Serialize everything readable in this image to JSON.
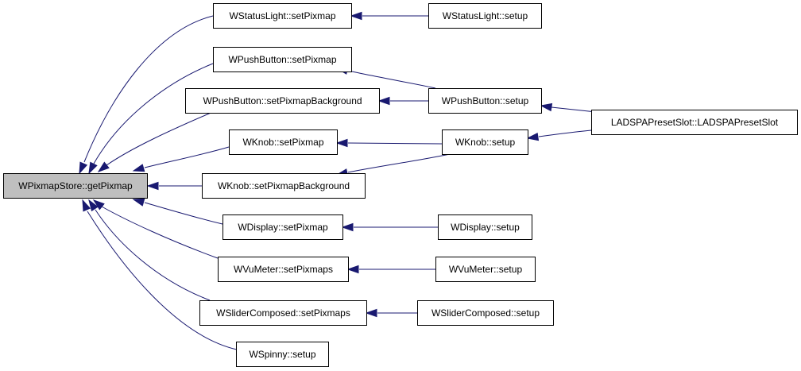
{
  "graph": {
    "nodes": [
      {
        "id": "getPixmap",
        "label": "WPixmapStore::getPixmap",
        "highlight": true
      },
      {
        "id": "sl_setPixmap",
        "label": "WStatusLight::setPixmap"
      },
      {
        "id": "sl_setup",
        "label": "WStatusLight::setup"
      },
      {
        "id": "pb_setPixmap",
        "label": "WPushButton::setPixmap"
      },
      {
        "id": "pb_setPixmapBg",
        "label": "WPushButton::setPixmapBackground"
      },
      {
        "id": "pb_setup",
        "label": "WPushButton::setup"
      },
      {
        "id": "ladspa",
        "label": "LADSPAPresetSlot::LADSPAPresetSlot"
      },
      {
        "id": "kn_setPixmap",
        "label": "WKnob::setPixmap"
      },
      {
        "id": "kn_setup",
        "label": "WKnob::setup"
      },
      {
        "id": "kn_setPixmapBg",
        "label": "WKnob::setPixmapBackground"
      },
      {
        "id": "ds_setPixmap",
        "label": "WDisplay::setPixmap"
      },
      {
        "id": "ds_setup",
        "label": "WDisplay::setup"
      },
      {
        "id": "vu_setPixmaps",
        "label": "WVuMeter::setPixmaps"
      },
      {
        "id": "vu_setup",
        "label": "WVuMeter::setup"
      },
      {
        "id": "sc_setPixmaps",
        "label": "WSliderComposed::setPixmaps"
      },
      {
        "id": "sc_setup",
        "label": "WSliderComposed::setup"
      },
      {
        "id": "sp_setup",
        "label": "WSpinny::setup"
      }
    ],
    "edges": [
      {
        "from": "sl_setPixmap",
        "to": "getPixmap"
      },
      {
        "from": "pb_setPixmap",
        "to": "getPixmap"
      },
      {
        "from": "pb_setPixmapBg",
        "to": "getPixmap"
      },
      {
        "from": "kn_setPixmap",
        "to": "getPixmap"
      },
      {
        "from": "kn_setPixmapBg",
        "to": "getPixmap"
      },
      {
        "from": "ds_setPixmap",
        "to": "getPixmap"
      },
      {
        "from": "vu_setPixmaps",
        "to": "getPixmap"
      },
      {
        "from": "sc_setPixmaps",
        "to": "getPixmap"
      },
      {
        "from": "sp_setup",
        "to": "getPixmap"
      },
      {
        "from": "sl_setup",
        "to": "sl_setPixmap"
      },
      {
        "from": "pb_setup",
        "to": "pb_setPixmap"
      },
      {
        "from": "pb_setup",
        "to": "pb_setPixmapBg"
      },
      {
        "from": "ladspa",
        "to": "pb_setup"
      },
      {
        "from": "ladspa",
        "to": "kn_setup"
      },
      {
        "from": "kn_setup",
        "to": "kn_setPixmap"
      },
      {
        "from": "kn_setup",
        "to": "kn_setPixmapBg"
      },
      {
        "from": "ds_setup",
        "to": "ds_setPixmap"
      },
      {
        "from": "vu_setup",
        "to": "vu_setPixmaps"
      },
      {
        "from": "sc_setup",
        "to": "sc_setPixmaps"
      }
    ]
  },
  "colors": {
    "edge": "#191970",
    "highlight_fill": "#bfbfbf",
    "node_fill": "#ffffff",
    "node_stroke": "#000000"
  }
}
